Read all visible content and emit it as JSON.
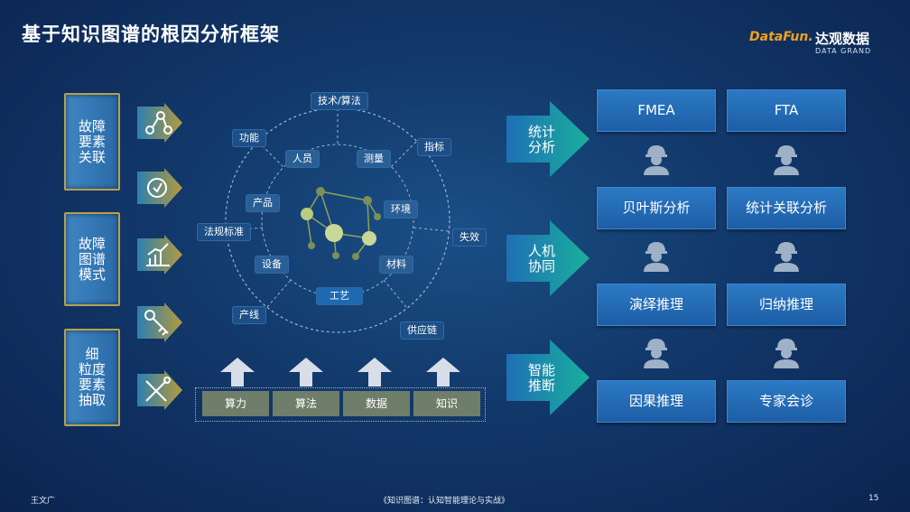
{
  "title": "基于知识图谱的根因分析框架",
  "logo": {
    "datafun": "DataFun.",
    "brand_cn": "达观数据",
    "brand_en": "DATA GRAND"
  },
  "left_boxes": [
    {
      "label": "故障\n要素\n关联"
    },
    {
      "label": "故障\n图谱\n模式"
    },
    {
      "label": "细\n粒度\n要素\n抽取"
    }
  ],
  "left_icons": [
    "network-icon",
    "refresh-icon",
    "chart-icon",
    "key-icon",
    "tools-icon"
  ],
  "wheel": {
    "outer_nodes": [
      "技术/算法",
      "指标",
      "失效",
      "供应链",
      "产线",
      "法规标准",
      "功能"
    ],
    "inner_nodes": [
      "人员",
      "测量",
      "环境",
      "材料",
      "工艺",
      "设备",
      "产品"
    ]
  },
  "resources": [
    "算力",
    "算法",
    "数据",
    "知识"
  ],
  "right_arrows": [
    "统计\n分析",
    "人机\n协同",
    "智能\n推断"
  ],
  "right_boxes": [
    [
      "FMEA",
      "FTA"
    ],
    [
      "贝叶斯分析",
      "统计关联分析"
    ],
    [
      "演绎推理",
      "归纳推理"
    ],
    [
      "因果推理",
      "专家会诊"
    ]
  ],
  "colors": {
    "accent_gold": "#b8a04d",
    "box_blue": "#2c79c4",
    "arrow_teal": "#1aa39a"
  },
  "footer": {
    "author": "王文广",
    "book": "《知识图谱：认知智能理论与实战》",
    "page": "15"
  }
}
